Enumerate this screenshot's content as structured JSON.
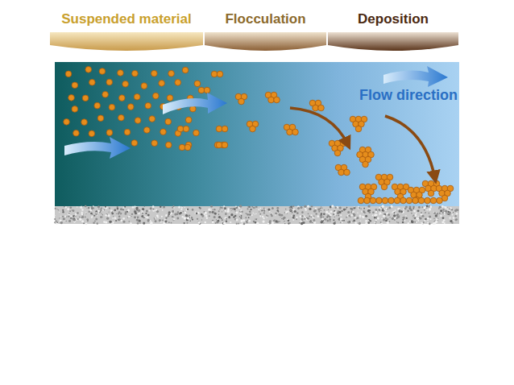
{
  "diagram": {
    "nodes": [
      {
        "text": [
          "Suspended material"
        ]
      },
      {
        "text": [
          "Flocculation"
        ]
      },
      {
        "text": [
          "Deposition"
        ]
      }
    ],
    "labels": [
      "Flow direction"
    ]
  }
}
